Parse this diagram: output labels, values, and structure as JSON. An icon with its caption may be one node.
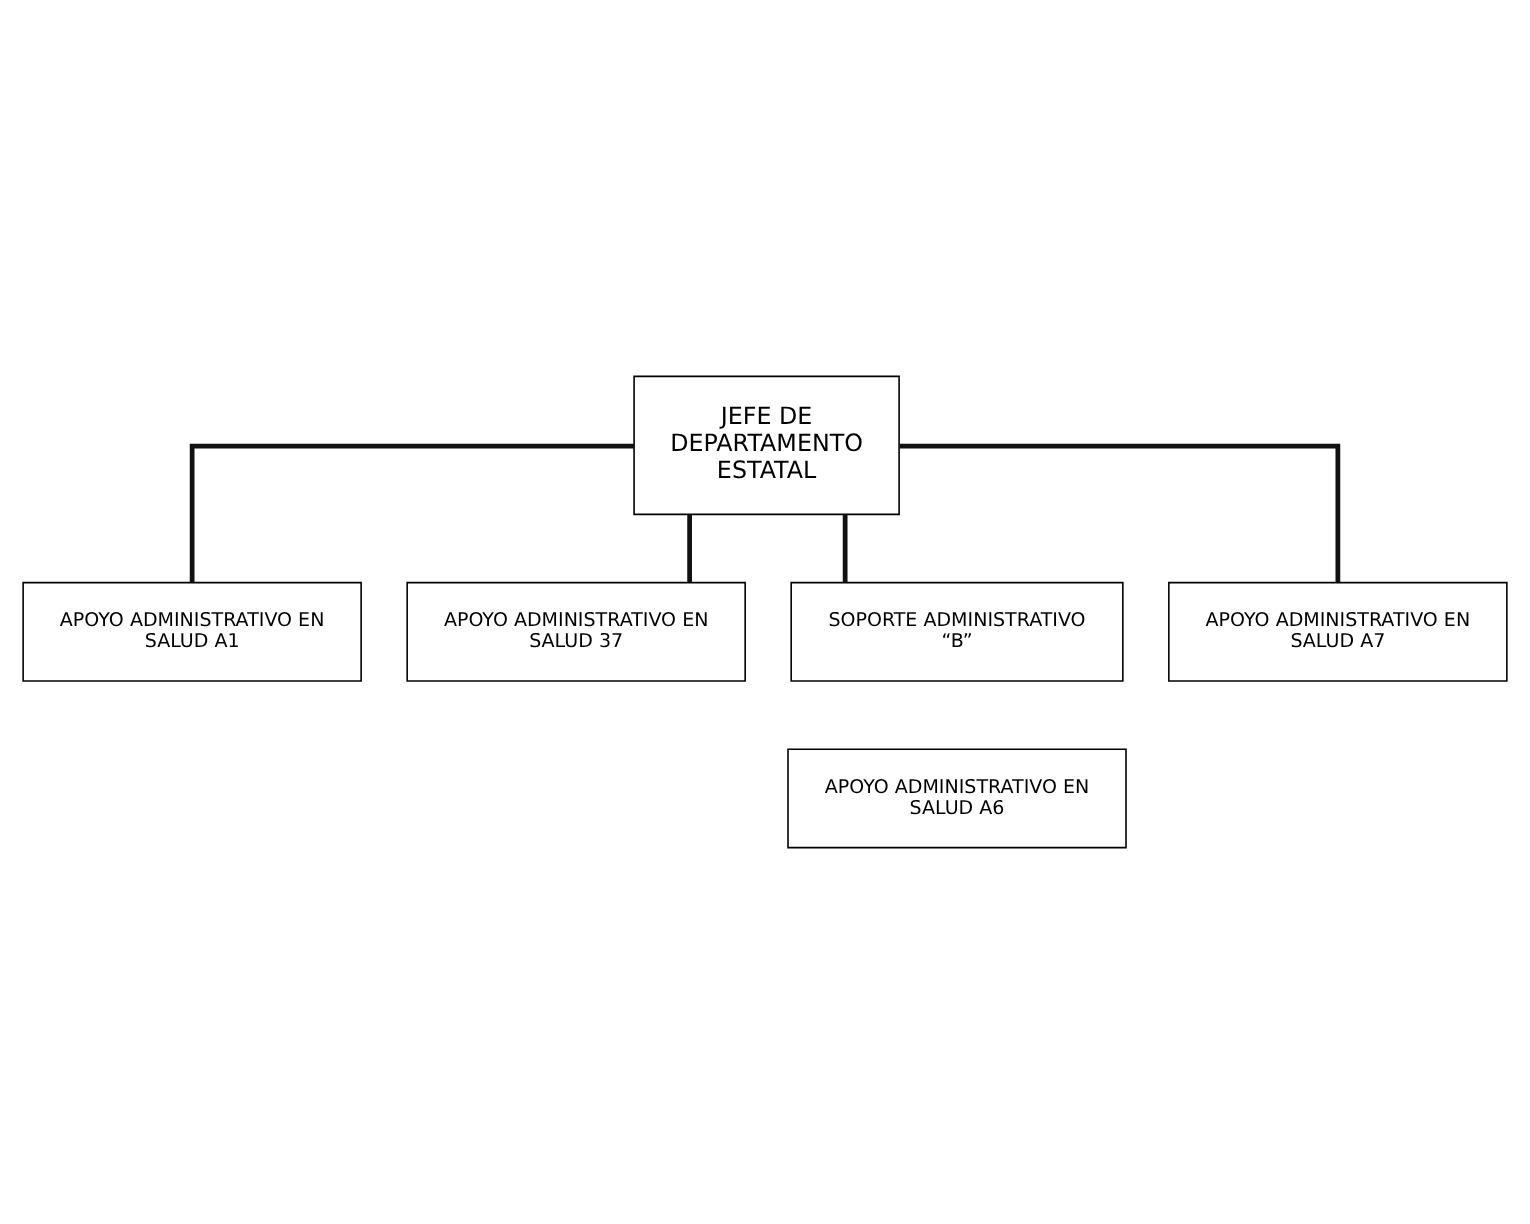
{
  "diagram": {
    "nodes": [
      {
        "text": [
          "JEFE DE DEPARTAMENTO ESTATAL"
        ]
      },
      {
        "text": [
          "APOYO ADMINISTRATIVO EN SALUD A1"
        ]
      },
      {
        "text": [
          "APOYO ADMINISTRATIVO EN SALUD 37"
        ]
      },
      {
        "text": [
          "SOPORTE ADMINISTRATIVO “B”"
        ]
      },
      {
        "text": [
          "APOYO ADMINISTRATIVO EN SALUD A7"
        ]
      },
      {
        "text": [
          "APOYO ADMINISTRATIVO EN SALUD A6"
        ]
      }
    ],
    "edges": [
      {
        "from": 0,
        "to": 1,
        "arrow": "none"
      },
      {
        "from": 0,
        "to": 2,
        "arrow": "none"
      },
      {
        "from": 0,
        "to": 3,
        "arrow": "none"
      },
      {
        "from": 0,
        "to": 4,
        "arrow": "none"
      }
    ]
  }
}
